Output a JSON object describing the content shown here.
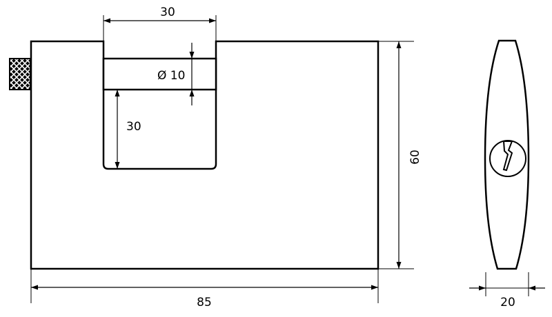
{
  "diagram": {
    "title": "Padlock dimension drawing",
    "dimensions": {
      "slot_width": "30",
      "shackle_diameter": "Ø 10",
      "slot_depth": "30",
      "body_height": "60",
      "body_width": "85",
      "body_thickness": "20"
    },
    "colors": {
      "line": "#000000",
      "background": "#ffffff"
    }
  }
}
